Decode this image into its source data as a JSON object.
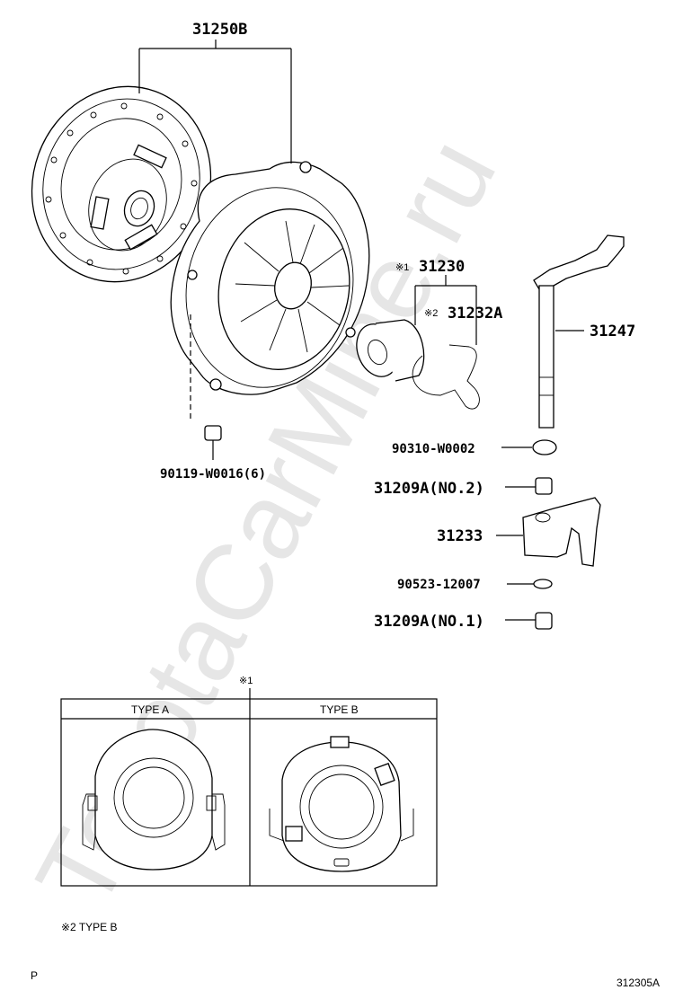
{
  "watermark": "ToyotaCarMine.ru",
  "parts": {
    "clutch_cover_assy": "31250B",
    "release_bearing_assy": "31230",
    "release_bearing_marker": "※1",
    "bearing_clip": "31232A",
    "bearing_clip_marker": "※2",
    "release_fork_shaft": "31247",
    "washer": "90310-W0002",
    "bushing_no2": "31209A(NO.2)",
    "release_fork": "31233",
    "pin": "90523-12007",
    "bushing_no1": "31209A(NO.1)",
    "bolt": "90119-W0016(6)"
  },
  "inset": {
    "marker": "※1",
    "type_a": "TYPE A",
    "type_b": "TYPE B"
  },
  "footnote": "※2 TYPE B",
  "corner_left": "P",
  "corner_right": "312305A"
}
